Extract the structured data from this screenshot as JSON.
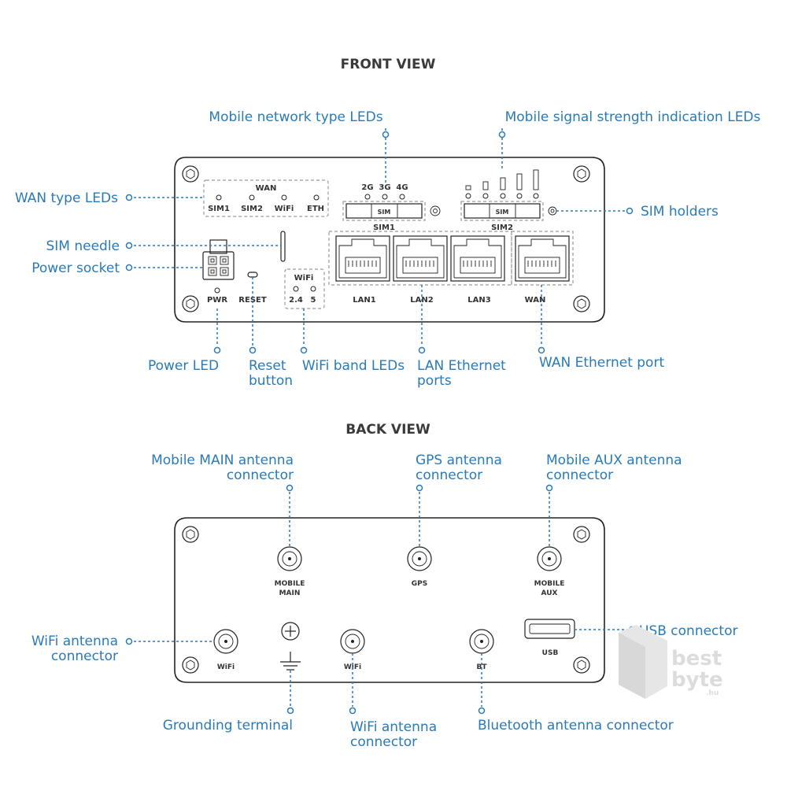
{
  "front": {
    "title": "FRONT VIEW",
    "callouts": {
      "network_type_leds": "Mobile network type LEDs",
      "signal_leds": "Mobile signal strength indication LEDs",
      "wan_type_leds": "WAN type LEDs",
      "sim_holders": "SIM holders",
      "sim_needle": "SIM needle",
      "power_socket": "Power socket",
      "power_led": "Power LED",
      "reset_line1": "Reset",
      "reset_line2": "button",
      "wifi_band_leds": "WiFi band LEDs",
      "lan_line1": "LAN Ethernet",
      "lan_line2": "ports",
      "wan_port": "WAN Ethernet port"
    },
    "labels": {
      "wan_group": "WAN",
      "wan_leds": [
        "SIM1",
        "SIM2",
        "WiFi",
        "ETH"
      ],
      "network_types": [
        "2G",
        "3G",
        "4G"
      ],
      "sim_slot": "SIM",
      "sim1": "SIM1",
      "sim2": "SIM2",
      "pwr": "PWR",
      "reset": "RESET",
      "wifi_group": "WiFi",
      "wifi_bands": [
        "2.4",
        "5"
      ],
      "ports": [
        "LAN1",
        "LAN2",
        "LAN3",
        "WAN"
      ]
    }
  },
  "back": {
    "title": "BACK VIEW",
    "callouts": {
      "main_line1": "Mobile MAIN antenna",
      "main_line2": "connector",
      "gps_line1": "GPS antenna",
      "gps_line2": "connector",
      "aux_line1": "Mobile AUX antenna",
      "aux_line2": "connector",
      "wifi_left_line1": "WiFi antenna",
      "wifi_left_line2": "connector",
      "usb": "USB connector",
      "grounding": "Grounding terminal",
      "wifi_bottom_line1": "WiFi antenna",
      "wifi_bottom_line2": "connector",
      "bluetooth": "Bluetooth antenna connector"
    },
    "labels": {
      "mobile_main_1": "MOBILE",
      "mobile_main_2": "MAIN",
      "gps": "GPS",
      "mobile_aux_1": "MOBILE",
      "mobile_aux_2": "AUX",
      "wifi_left": "WiFi",
      "wifi_mid": "WiFi",
      "bt": "BT",
      "usb": "USB"
    }
  },
  "watermark": {
    "line1": "best",
    "line2": "byte",
    "suffix": ".hu"
  },
  "colors": {
    "callout": "#2a7ab8",
    "heading": "#3a3a3a",
    "device_stroke": "#222222"
  }
}
